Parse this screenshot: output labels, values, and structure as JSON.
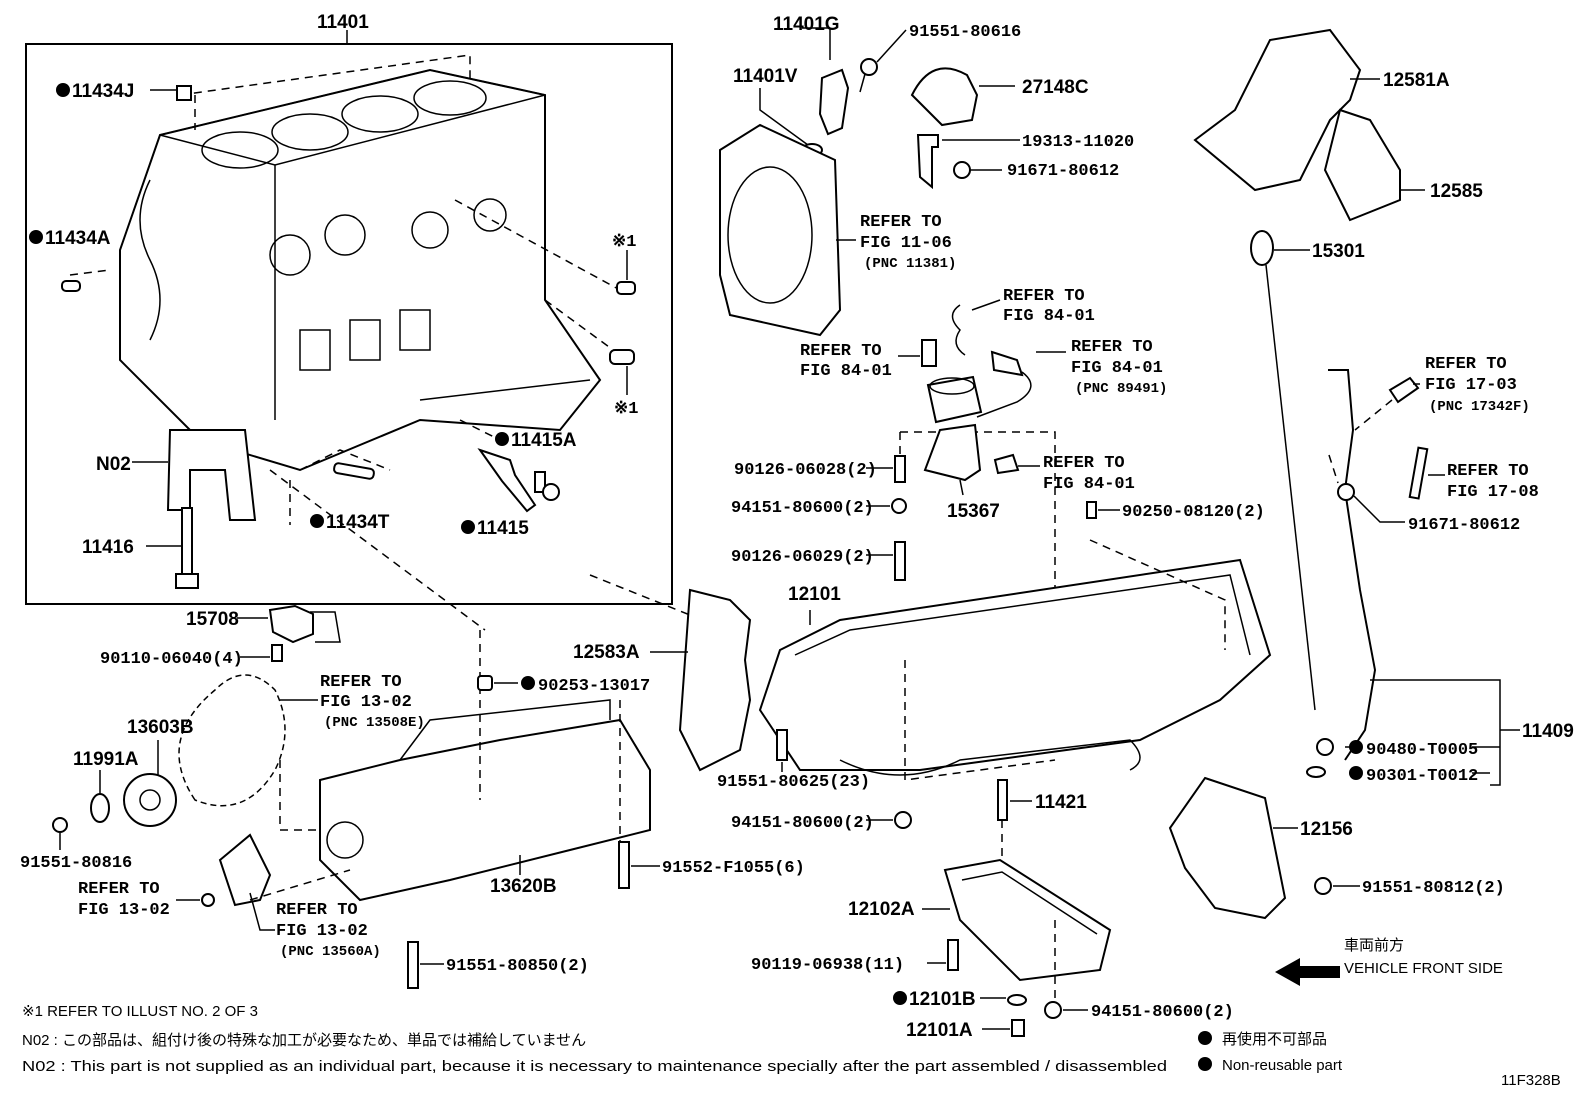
{
  "callouts": {
    "c11401": "11401",
    "c11434J": "11434J",
    "c11434A": "11434A",
    "c_mark1a": "※1",
    "c_mark1b": "※1",
    "cN02": "N02",
    "c11416": "11416",
    "c11434T": "11434T",
    "c11415A": "11415A",
    "c11415": "11415",
    "c11401G": "11401G",
    "c11401V": "11401V",
    "c91551_80616": "91551-80616",
    "c27148C": "27148C",
    "c19313_11020": "19313-11020",
    "c91671_80612a": "91671-80612",
    "c12581A": "12581A",
    "c12585": "12585",
    "c15301": "15301",
    "c90126_06028": "90126-06028(2)",
    "c94151_80600a": "94151-80600(2)",
    "c15367": "15367",
    "c90250_08120": "90250-08120(2)",
    "c90126_06029": "90126-06029(2)",
    "c12101": "12101",
    "c12583A": "12583A",
    "c91671_80612b": "91671-80612",
    "c11409": "11409",
    "c90480": "90480-T0005",
    "c90301": "90301-T0012",
    "c15708": "15708",
    "c90110": "90110-06040(4)",
    "c90253": "90253-13017",
    "c13603B": "13603B",
    "c11991A": "11991A",
    "c91551_80816": "91551-80816",
    "c13620B": "13620B",
    "c91552": "91552-F1055(6)",
    "c91551_80625": "91551-80625(23)",
    "c94151_80600b": "94151-80600(2)",
    "c11421": "11421",
    "c12156": "12156",
    "c91551_80812": "91551-80812(2)",
    "c12102A": "12102A",
    "c90119": "90119-06938(11)",
    "c12101B": "12101B",
    "c94151_80600c": "94151-80600(2)",
    "c12101A": "12101A",
    "c91551_80850": "91551-80850(2)"
  },
  "refs": {
    "r1_a": "REFER TO",
    "r1_b": "FIG 11-06",
    "r1_c": "(PNC 11381)",
    "r2_a": "REFER TO",
    "r2_b": "FIG 84-01",
    "r3_a": "REFER TO",
    "r3_b": "FIG 84-01",
    "r4_a": "REFER TO",
    "r4_b": "FIG 84-01",
    "r4_c": "(PNC 89491)",
    "r5_a": "REFER TO",
    "r5_b": "FIG 84-01",
    "r6_a": "REFER TO",
    "r6_b": "FIG 17-03",
    "r6_c": "(PNC 17342F)",
    "r7_a": "REFER TO",
    "r7_b": "FIG 17-08",
    "r8_a": "REFER TO",
    "r8_b": "FIG 13-02",
    "r8_c": "(PNC 13508E)",
    "r9_a": "REFER TO",
    "r9_b": "FIG 13-02",
    "r10_a": "REFER TO",
    "r10_b": "FIG 13-02",
    "r10_c": "(PNC 13560A)"
  },
  "direction": {
    "jp": "車両前方",
    "en": "VEHICLE FRONT SIDE"
  },
  "notes": {
    "mark1": "※1  REFER TO ILLUST NO. 2 OF 3",
    "n02_jp": "N02 : この部品は、組付け後の特殊な加工が必要なため、単品では補給していません",
    "n02_en": "N02 : This part is not supplied as an individual part, because it is necessary to maintenance specially after the part assembled / disassembled"
  },
  "legend": {
    "nonreusable_jp": "再使用不可部品",
    "nonreusable_en": "Non-reusable part"
  },
  "figure_id": "11F328B"
}
